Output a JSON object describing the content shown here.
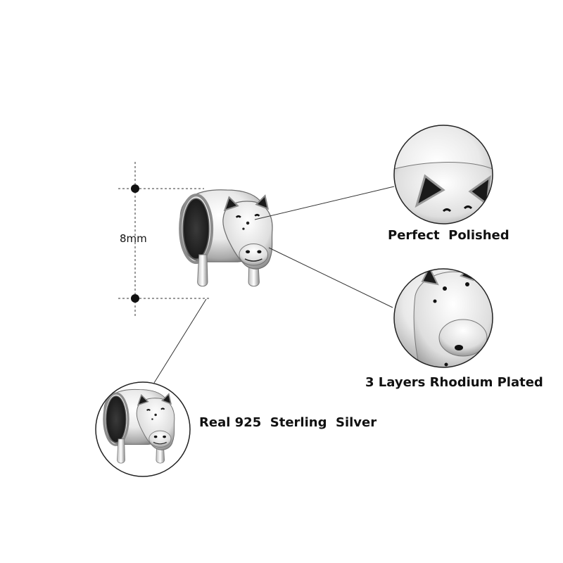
{
  "callouts": {
    "polished": "Perfect  Polished",
    "rhodium": "3 Layers Rhodium Plated",
    "silver": "Real 925  Sterling  Silver"
  },
  "dimension": {
    "label": "8mm"
  },
  "colors": {
    "background": "#ffffff",
    "text": "#111111",
    "silver_light": "#f2f2f2",
    "silver_dark": "#6a6a6a",
    "enamel": "#1a1a1a"
  }
}
